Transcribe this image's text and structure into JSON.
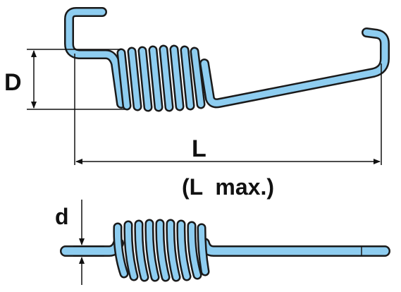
{
  "labels": {
    "coil_diameter": "D",
    "length": "L",
    "length_max": "(L  max.)",
    "wire_diameter": "d"
  },
  "colors": {
    "spring_fill": "#8ecdf0",
    "outline": "#1a1a1a",
    "dimension": "#111111",
    "background": "#ffffff"
  }
}
